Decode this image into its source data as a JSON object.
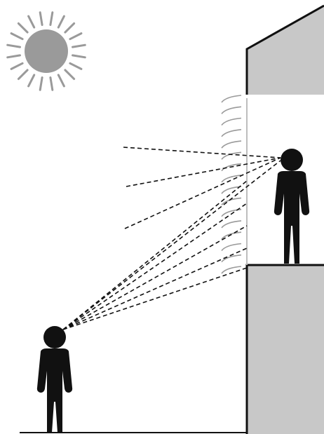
{
  "scene": {
    "sun": {
      "ray_count": 20
    },
    "colors": {
      "sun": "#9a9a9a",
      "building": "#c8c8c8",
      "outline": "#111111",
      "person": "#111111",
      "louver": "#9a9a9a",
      "ground": "#111111"
    },
    "louver_count": 16,
    "figures": [
      "person-on-balcony",
      "person-on-ground"
    ]
  }
}
